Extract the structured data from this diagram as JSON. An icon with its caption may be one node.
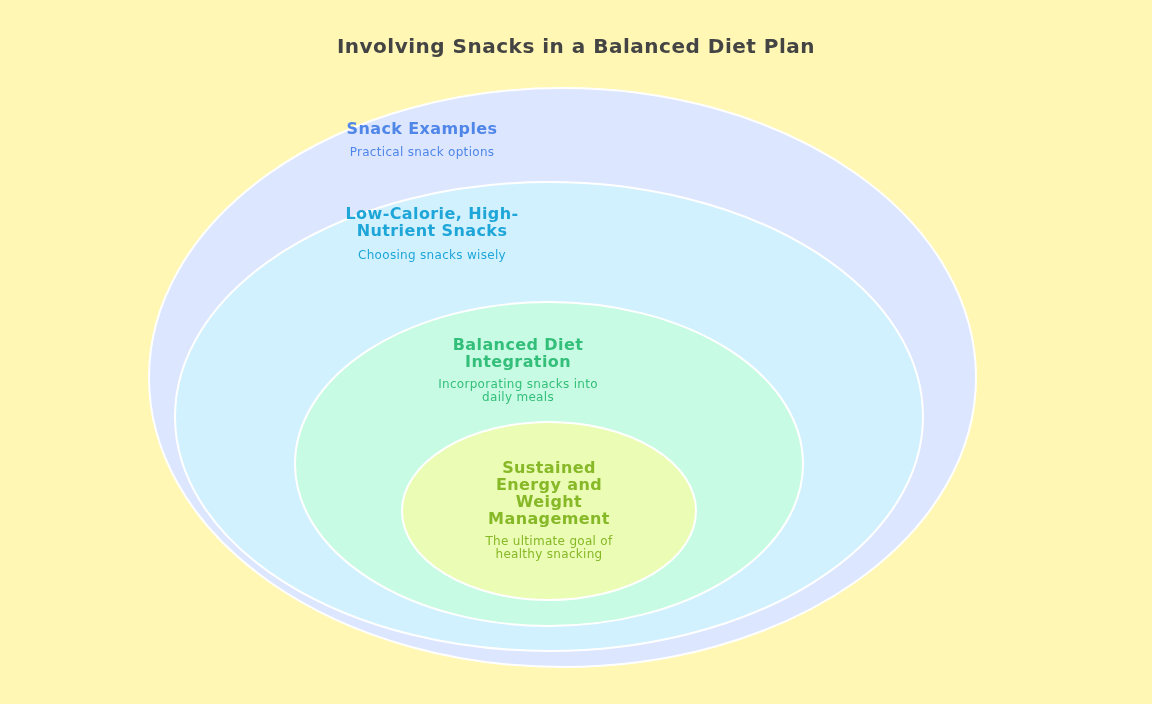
{
  "diagram": {
    "title": "Involving Snacks in a Balanced Diet Plan",
    "nodes": [
      {
        "text": [
          "Snack Examples",
          "Practical snack options"
        ]
      },
      {
        "text": [
          "Low-Calorie, High-Nutrient Snacks",
          "Choosing snacks wisely"
        ],
        "in": 0
      },
      {
        "text": [
          "Balanced Diet Integration",
          "Incorporating snacks into daily meals"
        ],
        "in": 1
      },
      {
        "text": [
          "Sustained Energy and Weight Management",
          "The ultimate goal of healthy snacking"
        ],
        "in": 2
      }
    ]
  }
}
